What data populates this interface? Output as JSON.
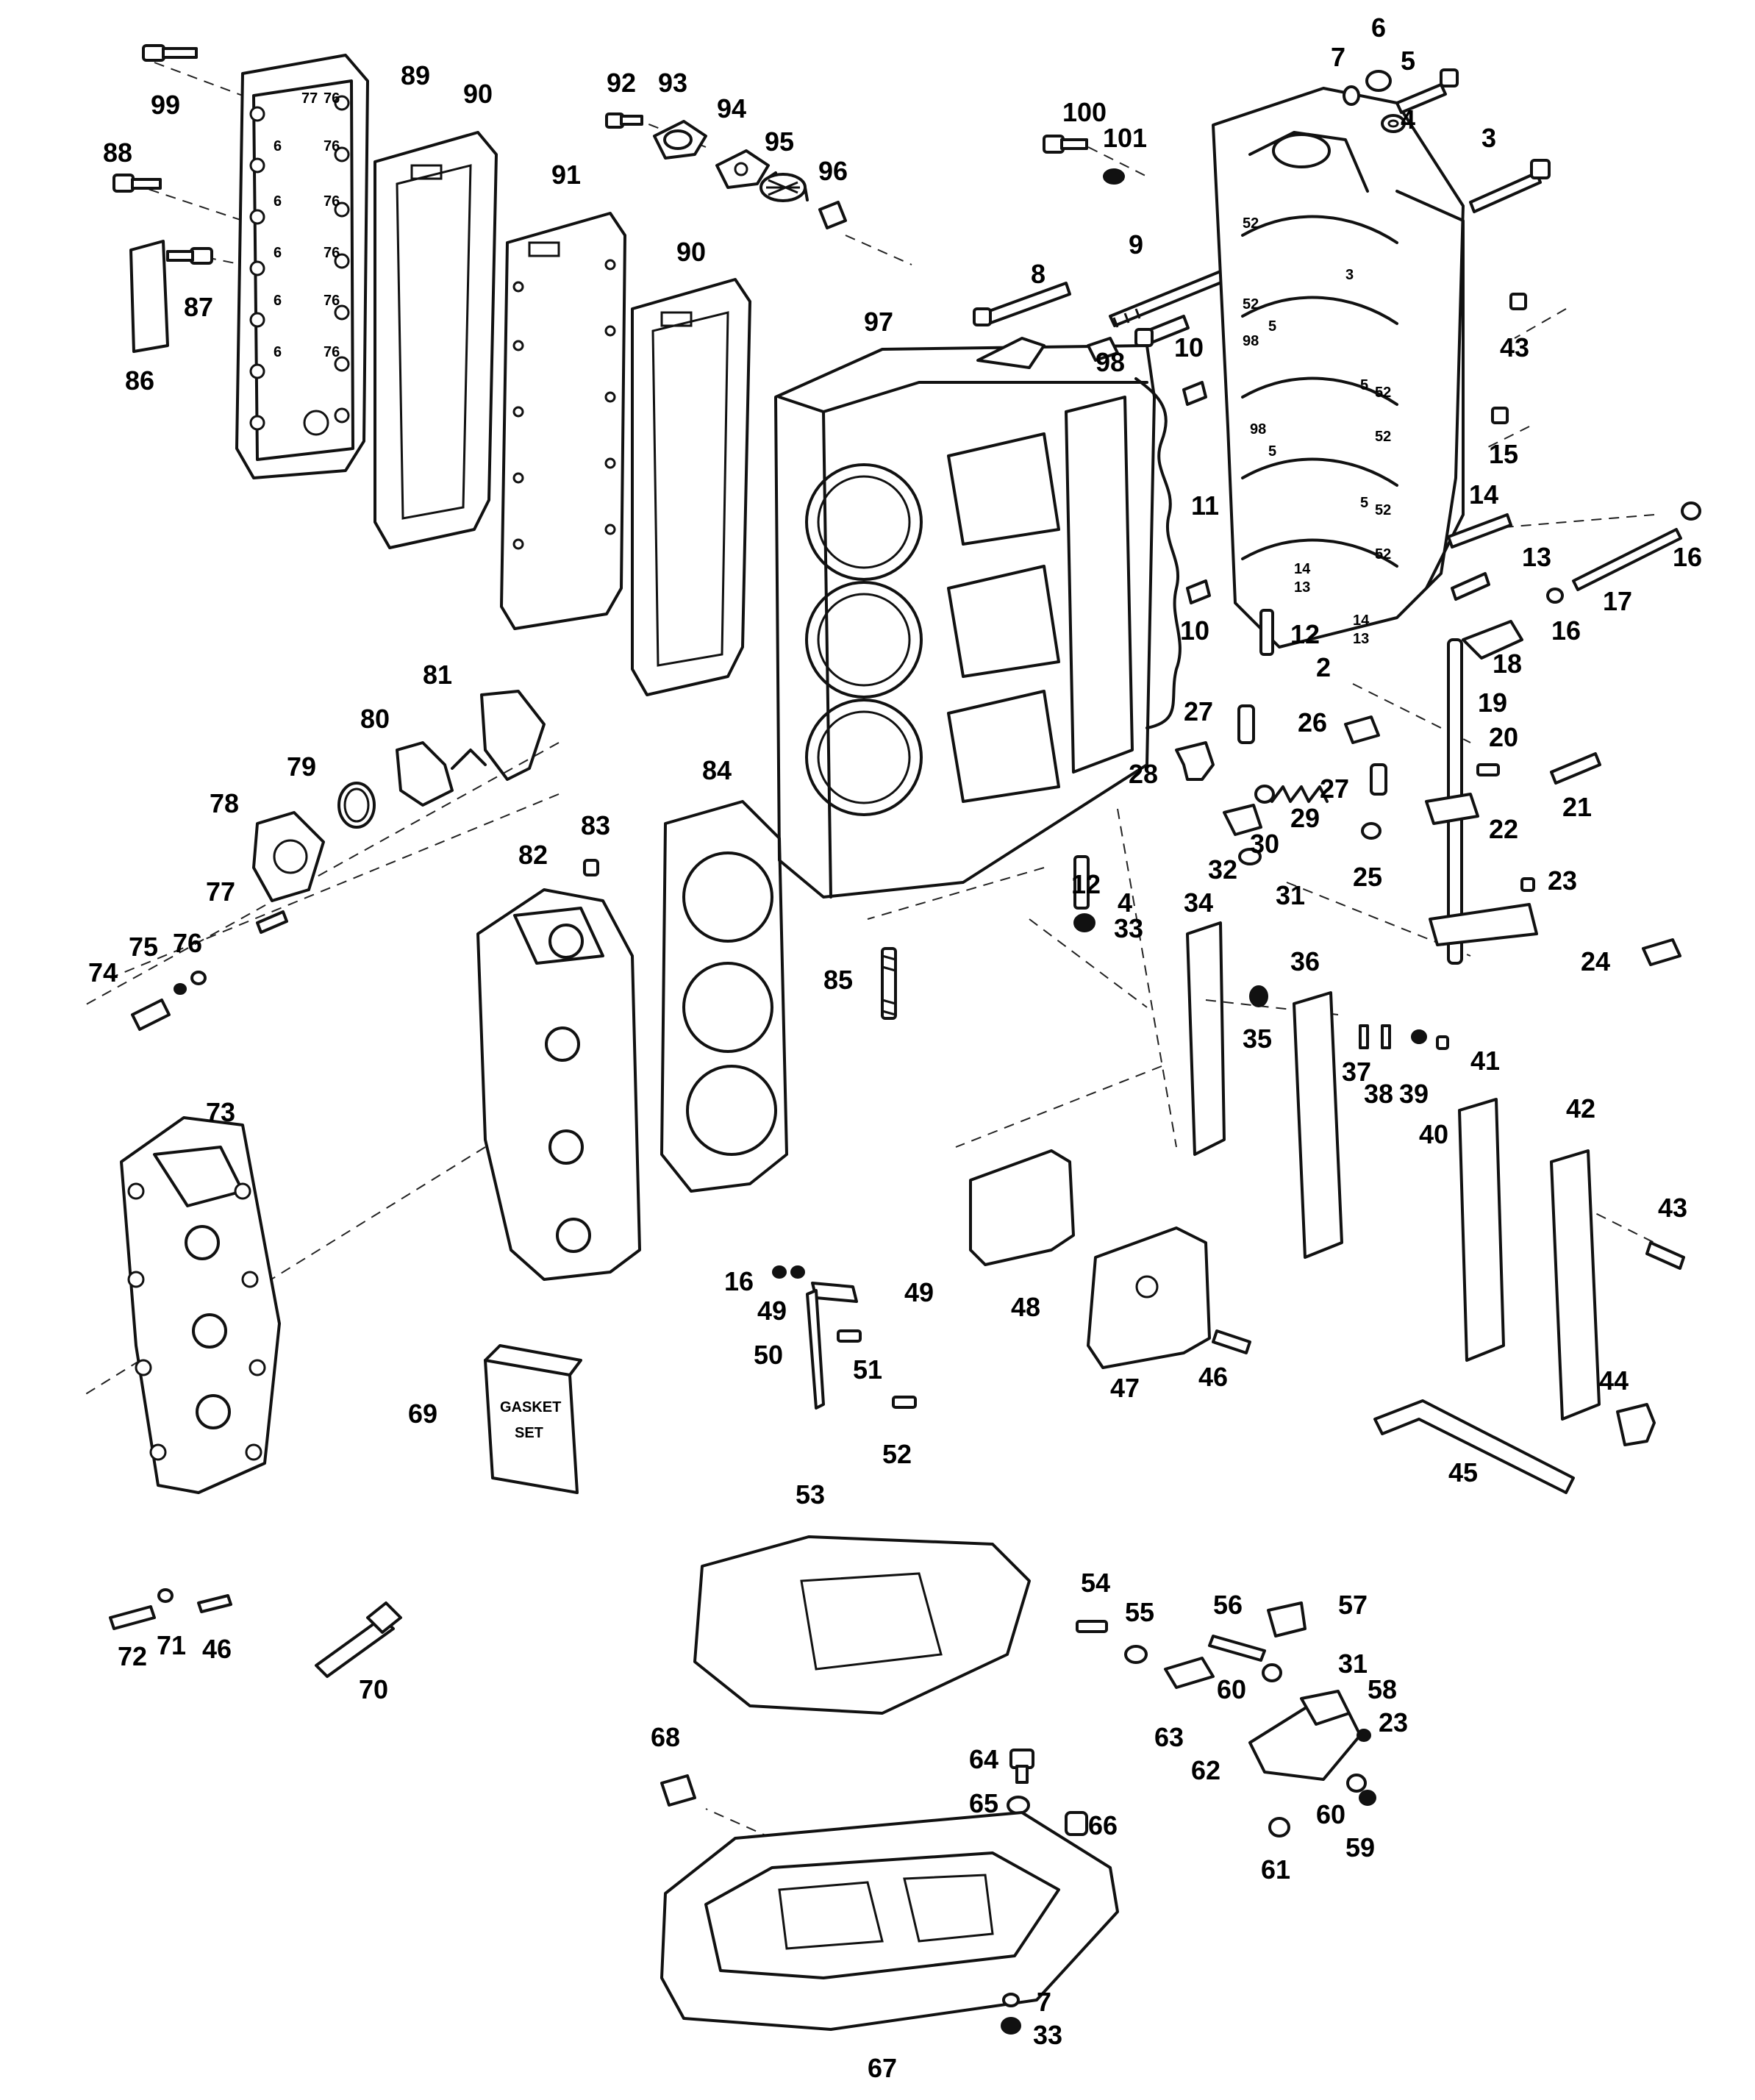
{
  "callouts": {
    "c2": "2",
    "c3": "3",
    "c4": "4",
    "c5": "5",
    "c6": "6",
    "c7": "7",
    "c8": "8",
    "c9": "9",
    "c10": "10",
    "c11": "11",
    "c12": "12",
    "c13": "13",
    "c14": "14",
    "c15": "15",
    "c16": "16",
    "c17": "17",
    "c18": "18",
    "c19": "19",
    "c20": "20",
    "c21": "21",
    "c22": "22",
    "c23": "23",
    "c24": "24",
    "c25": "25",
    "c26": "26",
    "c27": "27",
    "c28": "28",
    "c29": "29",
    "c30": "30",
    "c31": "31",
    "c32": "32",
    "c33": "33",
    "c34": "34",
    "c35": "35",
    "c36": "36",
    "c37": "37",
    "c38": "38",
    "c39": "39",
    "c40": "40",
    "c41": "41",
    "c42": "42",
    "c43": "43",
    "c44": "44",
    "c45": "45",
    "c46": "46",
    "c47": "47",
    "c48": "48",
    "c49": "49",
    "c50": "50",
    "c51": "51",
    "c52": "52",
    "c53": "53",
    "c54": "54",
    "c55": "55",
    "c56": "56",
    "c57": "57",
    "c58": "58",
    "c59": "59",
    "c60": "60",
    "c61": "61",
    "c62": "62",
    "c63": "63",
    "c64": "64",
    "c65": "65",
    "c66": "66",
    "c67": "67",
    "c68": "68",
    "c69": "69",
    "c70": "70",
    "c71": "71",
    "c72": "72",
    "c73": "73",
    "c74": "74",
    "c75": "75",
    "c76": "76",
    "c77": "77",
    "c78": "78",
    "c79": "79",
    "c80": "80",
    "c81": "81",
    "c82": "82",
    "c83": "83",
    "c84": "84",
    "c85": "85",
    "c86": "86",
    "c87": "87",
    "c88": "88",
    "c89": "89",
    "c90": "90",
    "c91": "91",
    "c92": "92",
    "c93": "93",
    "c94": "94",
    "c95": "95",
    "c96": "96",
    "c97": "97",
    "c98": "98",
    "c99": "99",
    "c100": "100",
    "c101": "101"
  },
  "gasket_set_box": {
    "line1": "GASKET",
    "line2": "SET"
  },
  "colors": {
    "ink": "#111111",
    "paper": "#ffffff"
  }
}
